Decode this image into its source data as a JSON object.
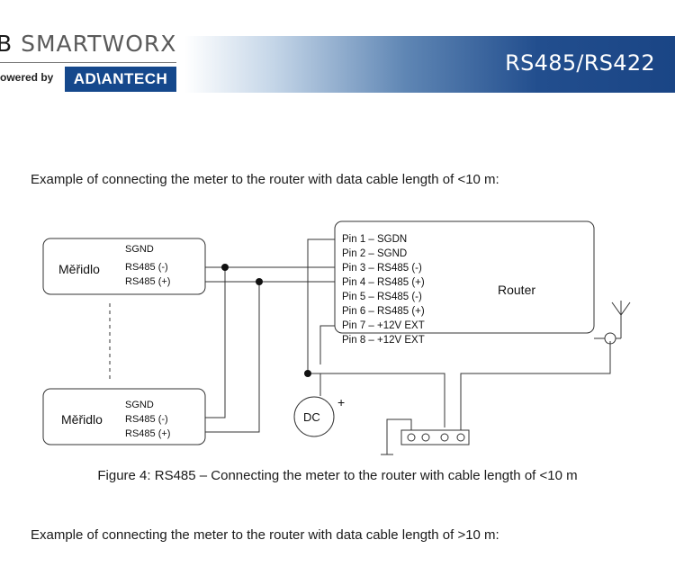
{
  "header": {
    "brand_prefix": "B",
    "brand_name": "SMARTWORX",
    "powered_by": "owered by",
    "advantech_logo": "AD\\ANTECH",
    "title": "RS485/RS422"
  },
  "body": {
    "intro_short": "Example of connecting the meter to the router with data cable length of <10 m:",
    "caption": "Figure 4: RS485 – Connecting the meter to the router with cable length of <10 m",
    "intro_long": "Example of connecting the meter to the router with data cable length of >10 m:"
  },
  "diagram": {
    "meter_top": {
      "name": "Měřidlo",
      "pins": [
        "SGND",
        "RS485 (-)",
        "RS485 (+)"
      ]
    },
    "meter_bottom": {
      "name": "Měřidlo",
      "pins": [
        "SGND",
        "RS485 (-)",
        "RS485 (+)"
      ]
    },
    "router": {
      "label": "Router",
      "pins": [
        "Pin 1 – SGDN",
        "Pin 2 – SGND",
        "Pin 3 – RS485 (-)",
        "Pin 4 – RS485 (+)",
        "Pin 5 – RS485 (-)",
        "Pin 6 – RS485 (+)",
        "Pin 7 – +12V EXT",
        "Pin 8 – +12V EXT"
      ]
    },
    "power_source": {
      "label": "DC",
      "polarity": "+"
    }
  },
  "colors": {
    "header_blue": "#1a4585",
    "wire": "#333333"
  }
}
